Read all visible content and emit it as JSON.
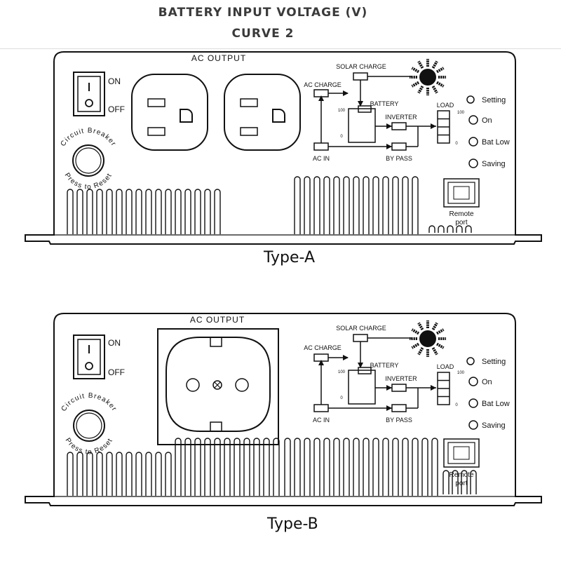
{
  "header": {
    "title_line1": "BATTERY  INPUT  VOLTAGE (V)",
    "title_line2": "CURVE 2"
  },
  "panel": {
    "ac_output": "AC OUTPUT",
    "switch_on": "ON",
    "switch_off": "OFF",
    "switch_mark": "I",
    "breaker_top": "Circuit Breaker",
    "breaker_bottom": "Press to Reset",
    "solar_charge": "SOLAR CHARGE",
    "ac_charge": "AC CHARGE",
    "battery": "BATTERY",
    "inverter": "INVERTER",
    "load": "LOAD",
    "ac_in": "AC IN",
    "bypass": "BY PASS",
    "scale_max": "100",
    "scale_min": "0",
    "leds": [
      "Setting",
      "On",
      "Bat Low",
      "Saving"
    ],
    "remote_line1": "Remote",
    "remote_line2": "port"
  },
  "types": {
    "a_label": "Type-A",
    "b_label": "Type-B"
  }
}
